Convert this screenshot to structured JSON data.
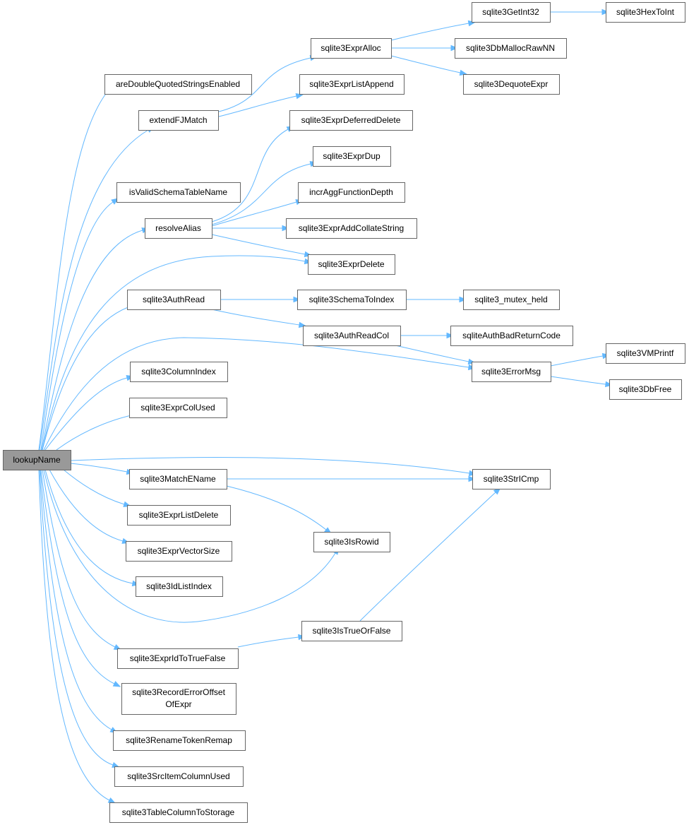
{
  "graph": {
    "colors": {
      "edge": "#63b8ff",
      "root_fill": "#999999",
      "node_border": "#666666",
      "node_fill": "#ffffff"
    },
    "nodes": [
      {
        "id": "lookupName",
        "label": "lookupName",
        "root": true
      },
      {
        "id": "areDoubleQuotedStringsEnabled",
        "label": "areDoubleQuotedStringsEnabled"
      },
      {
        "id": "extendFJMatch",
        "label": "extendFJMatch"
      },
      {
        "id": "isValidSchemaTableName",
        "label": "isValidSchemaTableName"
      },
      {
        "id": "resolveAlias",
        "label": "resolveAlias"
      },
      {
        "id": "sqlite3AuthRead",
        "label": "sqlite3AuthRead"
      },
      {
        "id": "sqlite3ColumnIndex",
        "label": "sqlite3ColumnIndex"
      },
      {
        "id": "sqlite3ExprColUsed",
        "label": "sqlite3ExprColUsed"
      },
      {
        "id": "sqlite3MatchEName",
        "label": "sqlite3MatchEName"
      },
      {
        "id": "sqlite3ExprListDelete",
        "label": "sqlite3ExprListDelete"
      },
      {
        "id": "sqlite3ExprVectorSize",
        "label": "sqlite3ExprVectorSize"
      },
      {
        "id": "sqlite3IdListIndex",
        "label": "sqlite3IdListIndex"
      },
      {
        "id": "sqlite3ExprIdToTrueFalse",
        "label": "sqlite3ExprIdToTrueFalse"
      },
      {
        "id": "sqlite3RecordErrorOffsetOfExpr",
        "label": "sqlite3RecordErrorOffset",
        "label2": "OfExpr"
      },
      {
        "id": "sqlite3RenameTokenRemap",
        "label": "sqlite3RenameTokenRemap"
      },
      {
        "id": "sqlite3SrcItemColumnUsed",
        "label": "sqlite3SrcItemColumnUsed"
      },
      {
        "id": "sqlite3TableColumnToStorage",
        "label": "sqlite3TableColumnToStorage"
      },
      {
        "id": "sqlite3ExprAlloc",
        "label": "sqlite3ExprAlloc"
      },
      {
        "id": "sqlite3ExprListAppend",
        "label": "sqlite3ExprListAppend"
      },
      {
        "id": "sqlite3ExprDeferredDelete",
        "label": "sqlite3ExprDeferredDelete"
      },
      {
        "id": "sqlite3ExprDup",
        "label": "sqlite3ExprDup"
      },
      {
        "id": "incrAggFunctionDepth",
        "label": "incrAggFunctionDepth"
      },
      {
        "id": "sqlite3ExprAddCollateString",
        "label": "sqlite3ExprAddCollateString"
      },
      {
        "id": "sqlite3ExprDelete",
        "label": "sqlite3ExprDelete"
      },
      {
        "id": "sqlite3SchemaToIndex",
        "label": "sqlite3SchemaToIndex"
      },
      {
        "id": "sqlite3AuthReadCol",
        "label": "sqlite3AuthReadCol"
      },
      {
        "id": "sqlite3IsRowid",
        "label": "sqlite3IsRowid"
      },
      {
        "id": "sqlite3IsTrueOrFalse",
        "label": "sqlite3IsTrueOrFalse"
      },
      {
        "id": "sqlite3GetInt32",
        "label": "sqlite3GetInt32"
      },
      {
        "id": "sqlite3DbMallocRawNN",
        "label": "sqlite3DbMallocRawNN"
      },
      {
        "id": "sqlite3DequoteExpr",
        "label": "sqlite3DequoteExpr"
      },
      {
        "id": "sqlite3_mutex_held",
        "label": "sqlite3_mutex_held"
      },
      {
        "id": "sqliteAuthBadReturnCode",
        "label": "sqliteAuthBadReturnCode"
      },
      {
        "id": "sqlite3ErrorMsg",
        "label": "sqlite3ErrorMsg"
      },
      {
        "id": "sqlite3StrICmp",
        "label": "sqlite3StrICmp"
      },
      {
        "id": "sqlite3HexToInt",
        "label": "sqlite3HexToInt"
      },
      {
        "id": "sqlite3VMPrintf",
        "label": "sqlite3VMPrintf"
      },
      {
        "id": "sqlite3DbFree",
        "label": "sqlite3DbFree"
      }
    ],
    "edges": [
      [
        "lookupName",
        "areDoubleQuotedStringsEnabled"
      ],
      [
        "lookupName",
        "extendFJMatch"
      ],
      [
        "lookupName",
        "isValidSchemaTableName"
      ],
      [
        "lookupName",
        "resolveAlias"
      ],
      [
        "lookupName",
        "sqlite3ExprDelete"
      ],
      [
        "lookupName",
        "sqlite3AuthRead"
      ],
      [
        "lookupName",
        "sqlite3ErrorMsg"
      ],
      [
        "lookupName",
        "sqlite3ColumnIndex"
      ],
      [
        "lookupName",
        "sqlite3ExprColUsed"
      ],
      [
        "lookupName",
        "sqlite3StrICmp"
      ],
      [
        "lookupName",
        "sqlite3MatchEName"
      ],
      [
        "lookupName",
        "sqlite3ExprListDelete"
      ],
      [
        "lookupName",
        "sqlite3ExprVectorSize"
      ],
      [
        "lookupName",
        "sqlite3IdListIndex"
      ],
      [
        "lookupName",
        "sqlite3IsRowid"
      ],
      [
        "lookupName",
        "sqlite3ExprIdToTrueFalse"
      ],
      [
        "lookupName",
        "sqlite3RecordErrorOffsetOfExpr"
      ],
      [
        "lookupName",
        "sqlite3RenameTokenRemap"
      ],
      [
        "lookupName",
        "sqlite3SrcItemColumnUsed"
      ],
      [
        "lookupName",
        "sqlite3TableColumnToStorage"
      ],
      [
        "extendFJMatch",
        "sqlite3ExprAlloc"
      ],
      [
        "extendFJMatch",
        "sqlite3ExprListAppend"
      ],
      [
        "resolveAlias",
        "sqlite3ExprDeferredDelete"
      ],
      [
        "resolveAlias",
        "sqlite3ExprDup"
      ],
      [
        "resolveAlias",
        "incrAggFunctionDepth"
      ],
      [
        "resolveAlias",
        "sqlite3ExprAddCollateString"
      ],
      [
        "resolveAlias",
        "sqlite3ExprDelete"
      ],
      [
        "sqlite3AuthRead",
        "sqlite3SchemaToIndex"
      ],
      [
        "sqlite3AuthRead",
        "sqlite3AuthReadCol"
      ],
      [
        "sqlite3MatchEName",
        "sqlite3StrICmp"
      ],
      [
        "sqlite3MatchEName",
        "sqlite3IsRowid"
      ],
      [
        "sqlite3ExprIdToTrueFalse",
        "sqlite3IsTrueOrFalse"
      ],
      [
        "sqlite3IsTrueOrFalse",
        "sqlite3StrICmp"
      ],
      [
        "sqlite3ExprAlloc",
        "sqlite3GetInt32"
      ],
      [
        "sqlite3ExprAlloc",
        "sqlite3DbMallocRawNN"
      ],
      [
        "sqlite3ExprAlloc",
        "sqlite3DequoteExpr"
      ],
      [
        "sqlite3GetInt32",
        "sqlite3HexToInt"
      ],
      [
        "sqlite3SchemaToIndex",
        "sqlite3_mutex_held"
      ],
      [
        "sqlite3AuthReadCol",
        "sqliteAuthBadReturnCode"
      ],
      [
        "sqlite3AuthReadCol",
        "sqlite3ErrorMsg"
      ],
      [
        "sqlite3ErrorMsg",
        "sqlite3VMPrintf"
      ],
      [
        "sqlite3ErrorMsg",
        "sqlite3DbFree"
      ]
    ]
  }
}
